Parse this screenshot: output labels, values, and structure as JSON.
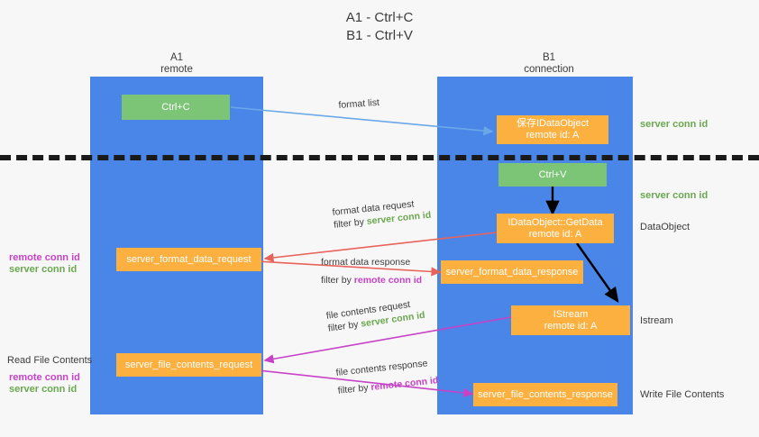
{
  "title": {
    "line1": "A1 - Ctrl+C",
    "line2": "B1 - Ctrl+V"
  },
  "lanes": [
    {
      "id": "a1",
      "name": "A1",
      "sub": "remote",
      "color": "#4a86e8"
    },
    {
      "id": "b1",
      "name": "B1",
      "sub": "connection",
      "color": "#4a86e8"
    }
  ],
  "colors": {
    "lane": "#4a86e8",
    "green_box": "#7cc576",
    "orange_box": "#fbb040",
    "server_conn_id": "#6aa84f",
    "remote_conn_id": "#c742c7",
    "arrow_blue": "#6aa8e8",
    "arrow_red": "#e8635a",
    "arrow_magenta": "#c742c7",
    "arrow_black": "#000000",
    "divider": "#1a1a1a",
    "background": "#f7f7f7"
  },
  "boxes": [
    {
      "id": "ctrl-c",
      "style": "green",
      "lines": [
        "Ctrl+C"
      ]
    },
    {
      "id": "save-idataobject",
      "style": "orange",
      "lines": [
        "保存IDataObject",
        "remote id: A"
      ]
    },
    {
      "id": "ctrl-v",
      "style": "green",
      "lines": [
        "Ctrl+V"
      ]
    },
    {
      "id": "getdata",
      "style": "orange",
      "lines": [
        "IDataObject::GetData",
        "remote id: A"
      ]
    },
    {
      "id": "server-format-data-request",
      "style": "orange",
      "lines": [
        "server_format_data_request"
      ]
    },
    {
      "id": "server-format-data-response",
      "style": "orange",
      "lines": [
        "server_format_data_response"
      ]
    },
    {
      "id": "istream",
      "style": "orange",
      "lines": [
        "IStream",
        "remote id: A"
      ]
    },
    {
      "id": "server-file-contents-request",
      "style": "orange",
      "lines": [
        "server_file_contents_request"
      ]
    },
    {
      "id": "server-file-contents-response",
      "style": "orange",
      "lines": [
        "server_file_contents_response"
      ]
    }
  ],
  "edge_captions": [
    {
      "id": "format-list",
      "text": "format list",
      "filter_prefix": "",
      "filter_value": "",
      "filter_kind": ""
    },
    {
      "id": "format-data-request",
      "text": "format data request",
      "filter_prefix": "filter by ",
      "filter_value": "server conn id",
      "filter_kind": "server"
    },
    {
      "id": "format-data-response",
      "text": "format data response",
      "filter_prefix": "filter by ",
      "filter_value": "remote conn id",
      "filter_kind": "remote"
    },
    {
      "id": "file-contents-request",
      "text": "file contents request",
      "filter_prefix": "filter by ",
      "filter_value": "server conn id",
      "filter_kind": "server"
    },
    {
      "id": "file-contents-response",
      "text": "file contents response",
      "filter_prefix": "filter by ",
      "filter_value": "remote conn id",
      "filter_kind": "remote"
    }
  ],
  "right_labels": [
    {
      "id": "right-server-conn-id-1",
      "text": "server conn id",
      "kind": "server"
    },
    {
      "id": "right-server-conn-id-2",
      "text": "server conn id",
      "kind": "server"
    },
    {
      "id": "right-dataobject",
      "text": "DataObject",
      "kind": "dark"
    },
    {
      "id": "right-istream",
      "text": "Istream",
      "kind": "dark"
    },
    {
      "id": "right-write-file-contents",
      "text": "Write File Contents",
      "kind": "dark"
    }
  ],
  "left_labels": [
    {
      "id": "left-remote-conn-id-1",
      "text": "remote conn id",
      "kind": "remote"
    },
    {
      "id": "left-server-conn-id-1",
      "text": "server conn id",
      "kind": "server"
    },
    {
      "id": "left-read-file-contents",
      "text": "Read File Contents",
      "kind": "dark"
    },
    {
      "id": "left-remote-conn-id-2",
      "text": "remote conn id",
      "kind": "remote"
    },
    {
      "id": "left-server-conn-id-2",
      "text": "server conn id",
      "kind": "server"
    }
  ]
}
